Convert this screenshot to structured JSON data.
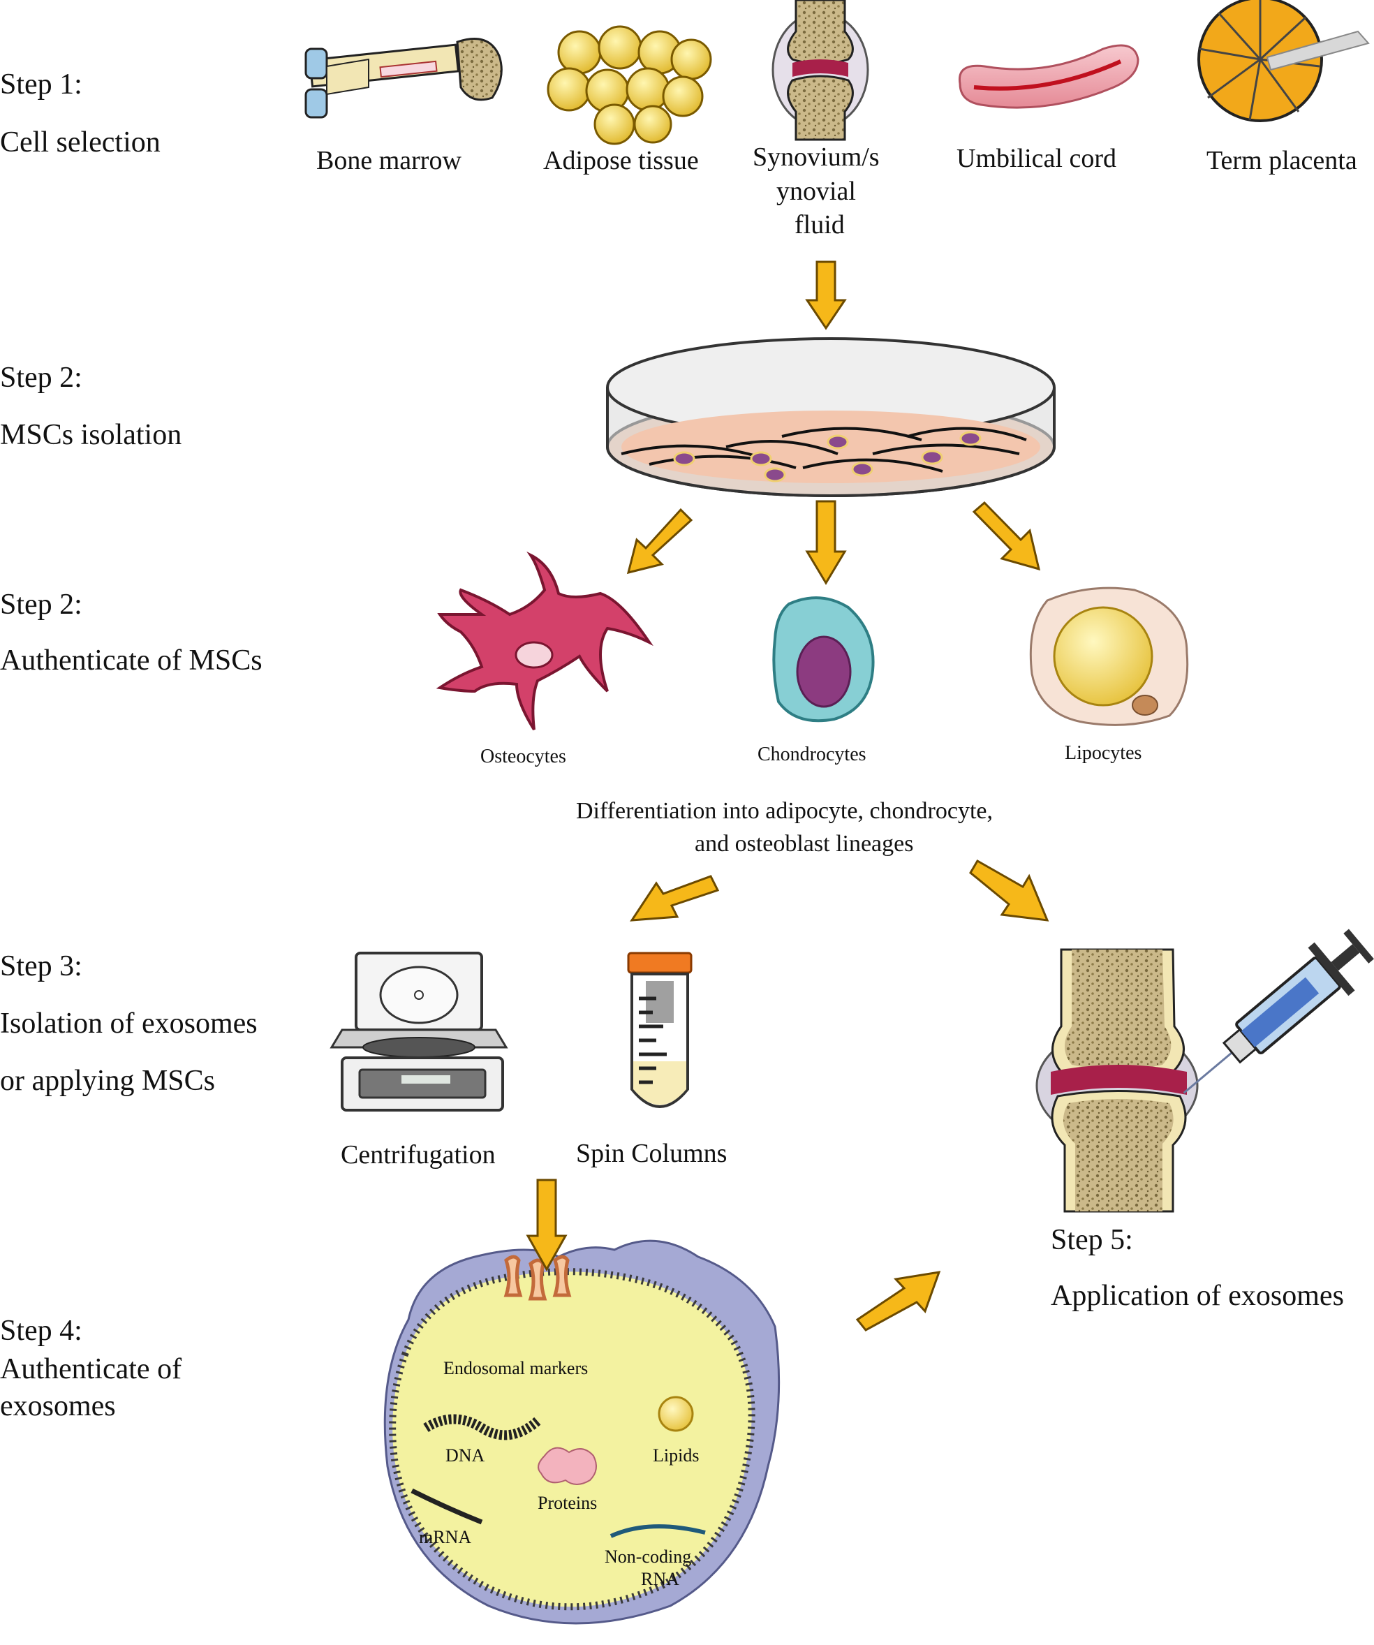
{
  "steps": {
    "s1_title": "Step 1:",
    "s1_desc": "Cell selection",
    "s2_title": "Step 2:",
    "s2_desc": "MSCs isolation",
    "s2b_title": "Step 2:",
    "s2b_desc": "Authenticate of MSCs",
    "s3_title": "Step 3:",
    "s3_desc_1": "Isolation of exosomes",
    "s3_desc_2": "or applying MSCs",
    "s4_title": "Step 4:",
    "s4_desc_1": "Authenticate of",
    "s4_desc_2": "exosomes",
    "s5_title": "Step 5:",
    "s5_desc": "Application of exosomes"
  },
  "sources": {
    "bone_marrow": "Bone marrow",
    "adipose": "Adipose tissue",
    "synovium_1": "Synovium/s",
    "synovium_2": "ynovial",
    "synovium_3": "fluid",
    "umbilical": "Umbilical cord",
    "placenta": "Term placenta"
  },
  "cells": {
    "osteocytes": "Osteocytes",
    "chondrocytes": "Chondrocytes",
    "lipocytes": "Lipocytes",
    "differentiation_1": "Differentiation into adipocyte, chondrocyte,",
    "differentiation_2": "and osteoblast lineages"
  },
  "methods": {
    "centrifugation": "Centrifugation",
    "spin_columns": "Spin Columns"
  },
  "exosome": {
    "endosomal": "Endosomal  markers",
    "dna": "DNA",
    "lipids": "Lipids",
    "proteins": "Proteins",
    "mrna": "mRNA",
    "noncoding_1": "Non-coding",
    "noncoding_2": "RNA"
  },
  "colors": {
    "arrow": "#f6b819",
    "arrow_stroke": "#6b4a00",
    "bone": "#f2e6b4",
    "cartilage": "#a8204a",
    "exosome_fill": "#f3f2a0",
    "membrane": "#a5a9d4"
  }
}
